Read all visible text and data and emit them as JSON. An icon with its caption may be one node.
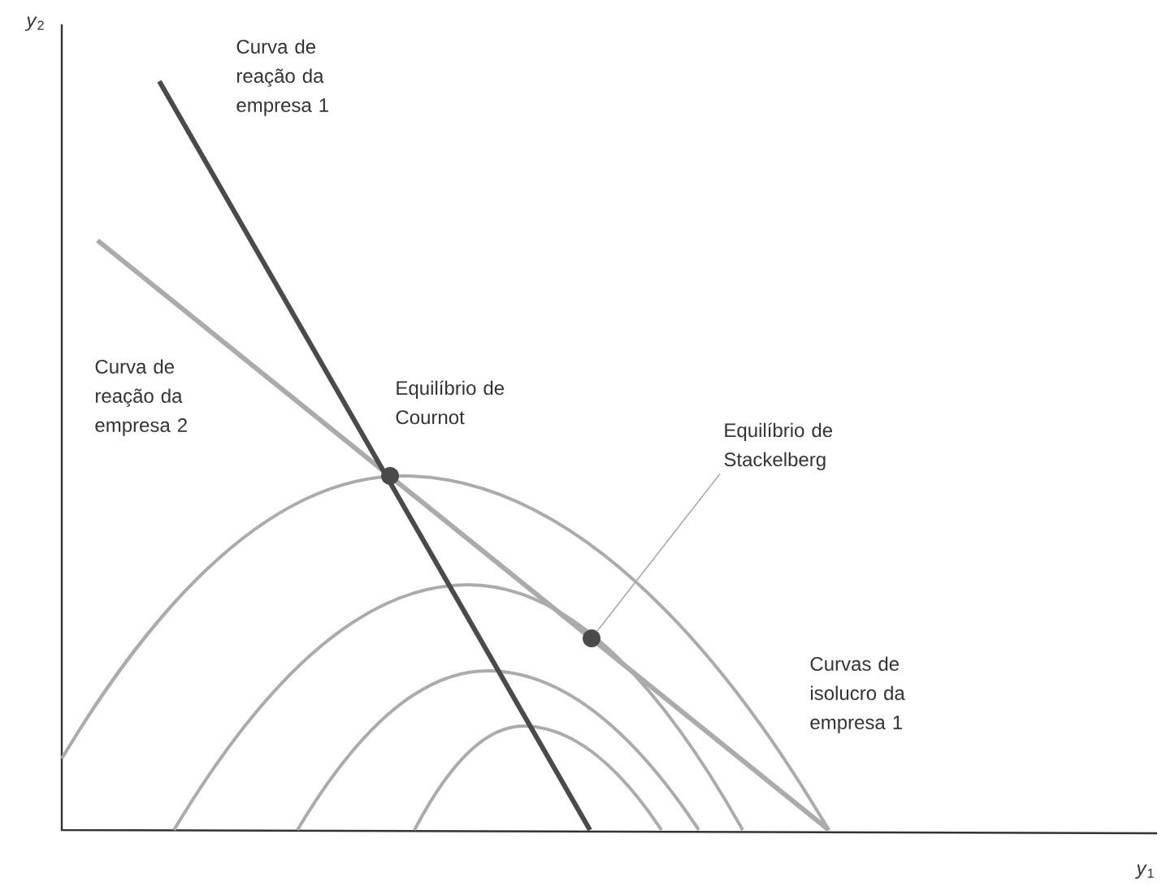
{
  "diagram": {
    "nodes": [
      {
        "text": [
          "Equilíbrio de Stackelberg"
        ]
      },
      {
        "text": [],
        "shape": "circle"
      },
      {
        "text": [],
        "shape": "circle"
      }
    ],
    "edges": [
      {
        "from": 0,
        "to": 2,
        "arrow": "none"
      }
    ],
    "labels": [
      "*y*$_{2}$",
      "Curva de reação da empresa 1",
      "Curva de reação da empresa 2",
      "Equilíbrio de Cournot",
      "Curvas de isolucro da empresa 1",
      "*y*$_{1}$"
    ]
  }
}
